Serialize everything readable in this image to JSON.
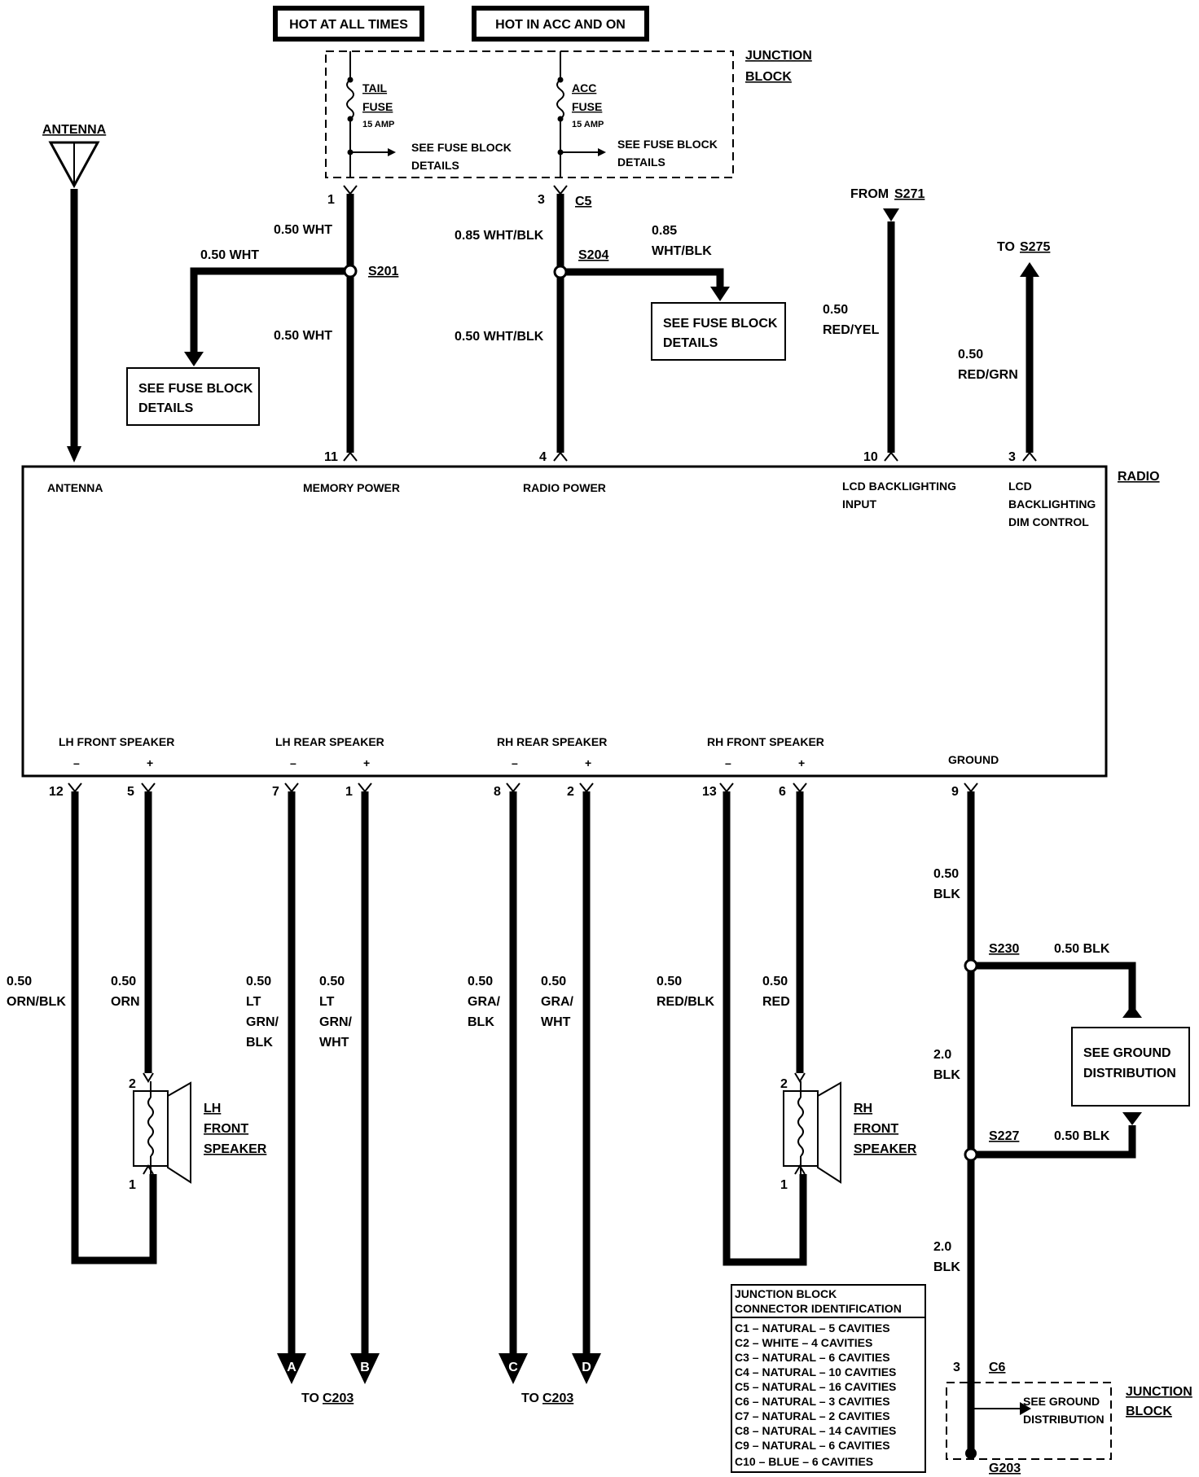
{
  "power": {
    "hot_at_all_times": "HOT AT ALL TIMES",
    "hot_in_acc_and_on": "HOT IN ACC AND ON",
    "junction_block_1": "JUNCTION",
    "junction_block_2": "BLOCK",
    "tail_fuse_1": "TAIL",
    "tail_fuse_2": "FUSE",
    "tail_fuse_amp": "15 AMP",
    "acc_fuse_1": "ACC",
    "acc_fuse_2": "FUSE",
    "acc_fuse_amp": "15 AMP",
    "see_fuse_1": "SEE FUSE BLOCK",
    "see_fuse_2": "DETAILS",
    "see_fuse_3": "SEE FUSE BLOCK",
    "see_fuse_4": "DETAILS"
  },
  "wires_top": {
    "pin1": "1",
    "pin3": "3",
    "c5": "C5",
    "w_050wht_a": "0.50 WHT",
    "w_050wht_b": "0.50 WHT",
    "w_050wht_c": "0.50 WHT",
    "w_085whtblk": "0.85 WHT/BLK",
    "w_085_b1": "0.85",
    "w_085_b2": "WHT/BLK",
    "w_050whtblk": "0.50 WHT/BLK",
    "s201": "S201",
    "s204": "S204",
    "box_left_1": "SEE FUSE BLOCK",
    "box_left_2": "DETAILS",
    "box_right_1": "SEE FUSE BLOCK",
    "box_right_2": "DETAILS",
    "from": "FROM",
    "s271": "S271",
    "to": "TO",
    "s275": "S275",
    "w_redyel_1": "0.50",
    "w_redyel_2": "RED/YEL",
    "w_redgrn_1": "0.50",
    "w_redgrn_2": "RED/GRN",
    "antenna": "ANTENNA"
  },
  "radio": {
    "name": "RADIO",
    "pin11": "11",
    "pin4": "4",
    "pin10": "10",
    "pin3": "3",
    "antenna": "ANTENNA",
    "memory_power": "MEMORY POWER",
    "radio_power": "RADIO POWER",
    "lcd_input_1": "LCD BACKLIGHTING",
    "lcd_input_2": "INPUT",
    "lcd_dim_1": "LCD",
    "lcd_dim_2": "BACKLIGHTING",
    "lcd_dim_3": "DIM CONTROL",
    "lh_front": "LH FRONT SPEAKER",
    "lh_rear": "LH REAR SPEAKER",
    "rh_rear": "RH REAR SPEAKER",
    "rh_front": "RH FRONT SPEAKER",
    "ground": "GROUND",
    "minus": "–",
    "plus": "+",
    "pins_bottom": [
      "12",
      "5",
      "7",
      "1",
      "8",
      "2",
      "13",
      "6",
      "9"
    ]
  },
  "wires_bottom": {
    "w1": [
      "0.50",
      "ORN/BLK"
    ],
    "w2": [
      "0.50",
      "ORN"
    ],
    "w3": [
      "0.50",
      "LT",
      "GRN/",
      "BLK"
    ],
    "w4": [
      "0.50",
      "LT",
      "GRN/",
      "WHT"
    ],
    "w5": [
      "0.50",
      "GRA/",
      "BLK"
    ],
    "w6": [
      "0.50",
      "GRA/",
      "WHT"
    ],
    "w7": [
      "0.50",
      "RED/BLK"
    ],
    "w8": [
      "0.50",
      "RED"
    ],
    "arrows": [
      "A",
      "B",
      "C",
      "D"
    ],
    "to_c203_a": "TO",
    "c203_a": "C203",
    "to_c203_b": "TO",
    "c203_b": "C203"
  },
  "speakers": {
    "lh_1": "LH",
    "lh_2": "FRONT",
    "lh_3": "SPEAKER",
    "rh_1": "RH",
    "rh_2": "FRONT",
    "rh_3": "SPEAKER",
    "pin2": "2",
    "pin1": "1"
  },
  "ground": {
    "w_top_1": "0.50",
    "w_top_2": "BLK",
    "s230": "S230",
    "s230_wire": "0.50 BLK",
    "w_mid_1": "2.0",
    "w_mid_2": "BLK",
    "see_gd_1": "SEE GROUND",
    "see_gd_2": "DISTRIBUTION",
    "s227": "S227",
    "s227_wire": "0.50 BLK",
    "w_bot_1": "2.0",
    "w_bot_2": "BLK",
    "pin3": "3",
    "c6": "C6",
    "see_gd_small_1": "SEE GROUND",
    "see_gd_small_2": "DISTRIBUTION",
    "jb_1": "JUNCTION",
    "jb_2": "BLOCK",
    "g203": "G203"
  },
  "connector_table": {
    "title_1": "JUNCTION BLOCK",
    "title_2": "CONNECTOR IDENTIFICATION",
    "rows": [
      "C1 – NATURAL – 5 CAVITIES",
      "C2 – WHITE – 4 CAVITIES",
      "C3 – NATURAL – 6 CAVITIES",
      "C4 – NATURAL – 10 CAVITIES",
      "C5 – NATURAL – 16 CAVITIES",
      "C6 – NATURAL – 3 CAVITIES",
      "C7 – NATURAL – 2 CAVITIES",
      "C8 – NATURAL – 14 CAVITIES",
      "C9 – NATURAL – 6 CAVITIES",
      "C10 – BLUE – 6 CAVITIES"
    ]
  }
}
